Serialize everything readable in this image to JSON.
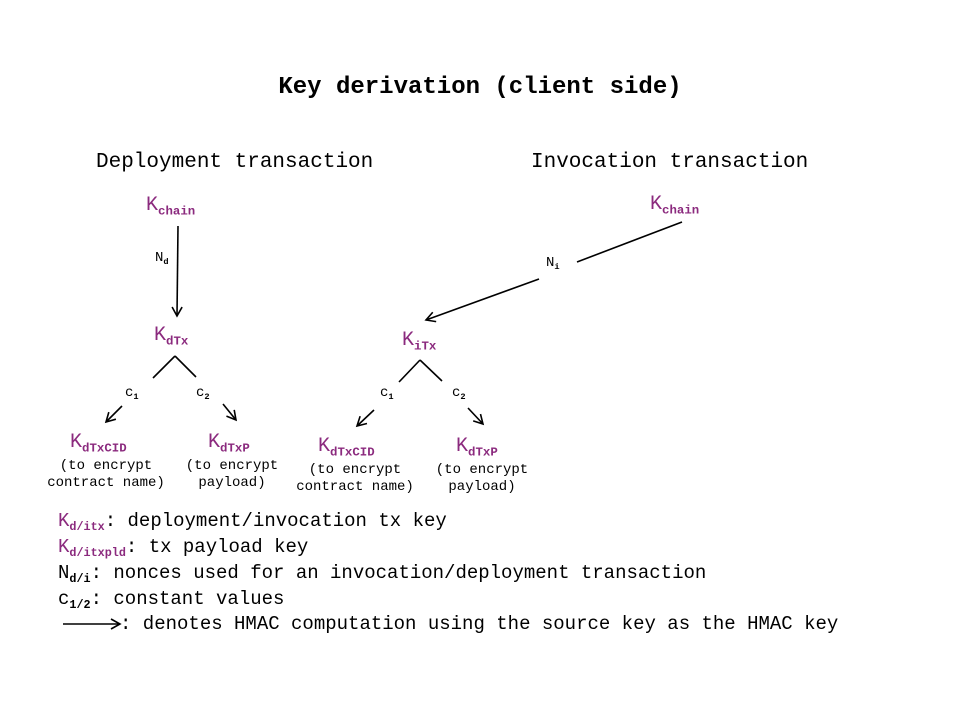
{
  "title": "Key derivation (client side)",
  "colors": {
    "key": "#8b2a7e",
    "text": "#000000"
  },
  "deployment": {
    "heading": "Deployment transaction",
    "root": {
      "base": "K",
      "sub": "chain"
    },
    "nonce": {
      "base": "N",
      "sub": "d"
    },
    "tx_key": {
      "base": "K",
      "sub": "dTx"
    },
    "c1": {
      "base": "c",
      "sub": "1"
    },
    "c2": {
      "base": "c",
      "sub": "2"
    },
    "cid_key": {
      "base": "K",
      "sub": "dTxCID",
      "note1": "(to encrypt",
      "note2": "contract name)"
    },
    "p_key": {
      "base": "K",
      "sub": "dTxP",
      "note1": "(to encrypt",
      "note2": "payload)"
    }
  },
  "invocation": {
    "heading": "Invocation transaction",
    "root": {
      "base": "K",
      "sub": "chain"
    },
    "nonce": {
      "base": "N",
      "sub": "i"
    },
    "tx_key": {
      "base": "K",
      "sub": "iTx"
    },
    "c1": {
      "base": "c",
      "sub": "1"
    },
    "c2": {
      "base": "c",
      "sub": "2"
    },
    "cid_key": {
      "base": "K",
      "sub": "dTxCID",
      "note1": "(to encrypt",
      "note2": "contract name)"
    },
    "p_key": {
      "base": "K",
      "sub": "dTxP",
      "note1": "(to encrypt",
      "note2": "payload)"
    }
  },
  "legend": [
    {
      "base": "K",
      "sub": "d/itx",
      "text": ": deployment/invocation tx key",
      "colored": true
    },
    {
      "base": "K",
      "sub": "d/itxpld",
      "text": ": tx payload key",
      "colored": true
    },
    {
      "base": "N",
      "sub": "d/i",
      "text": ": nonces used for an invocation/deployment transaction",
      "colored": false
    },
    {
      "base": "c",
      "sub": "1/2",
      "text": ": constant values",
      "colored": false
    },
    {
      "base": "",
      "sub": "",
      "text": ": denotes HMAC computation using the source key as the HMAC key",
      "colored": false
    }
  ]
}
